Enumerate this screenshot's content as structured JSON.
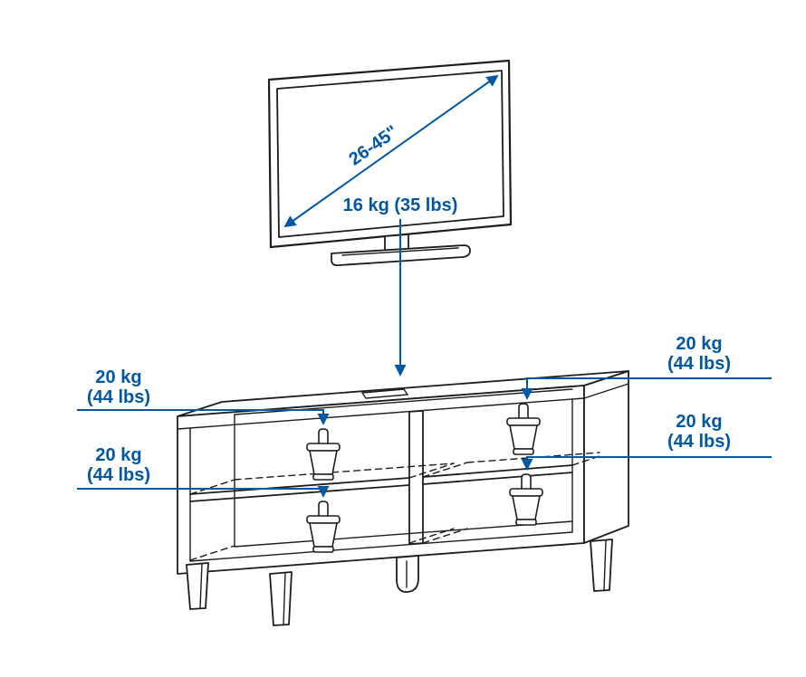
{
  "page": {
    "background_color": "#ffffff",
    "accent_color": "#0058A3",
    "line_color": "#1d1d1b"
  },
  "tv": {
    "screen_size_range": "26-45\"",
    "max_tv_weight": "16 kg (35 lbs)"
  },
  "bench": {
    "load_labels": {
      "left_top": {
        "metric": "20 kg",
        "imperial": "(44 lbs)"
      },
      "left_bottom": {
        "metric": "20 kg",
        "imperial": "(44 lbs)"
      },
      "right_top": {
        "metric": "20 kg",
        "imperial": "(44 lbs)"
      },
      "right_bottom": {
        "metric": "20 kg",
        "imperial": "(44 lbs)"
      }
    }
  }
}
